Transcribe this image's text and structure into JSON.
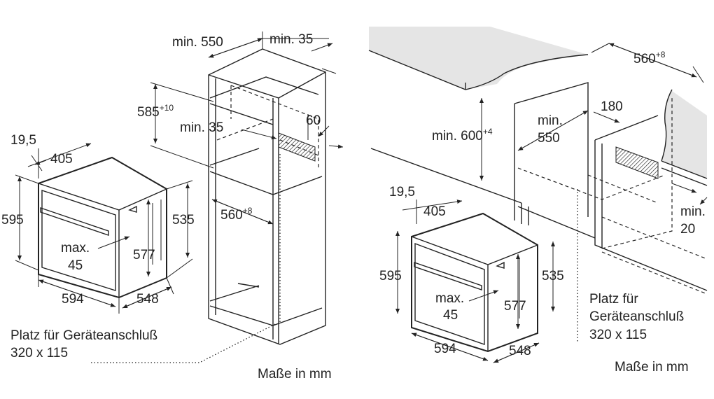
{
  "left": {
    "oven_depth_total": "19,5",
    "oven_depth": "405",
    "oven_height": "595",
    "oven_front_height": "577",
    "oven_inner_height": "535",
    "handle_max": "max.",
    "handle_value": "45",
    "oven_width": "594",
    "oven_side_depth": "548",
    "cabinet_depth_min": "min. 550",
    "cabinet_back_min": "min. 35",
    "niche_height": "585",
    "niche_height_tol": "+10",
    "vent_min": "min. 35",
    "vent_value": "60",
    "niche_width": "560",
    "niche_width_tol": "+8",
    "connection_line1": "Platz für Geräteanschluß",
    "connection_line2": "320 x 115",
    "units": "Maße in mm"
  },
  "right": {
    "oven_depth_total": "19,5",
    "oven_depth": "405",
    "oven_height": "595",
    "oven_front_height": "577",
    "oven_inner_height": "535",
    "handle_max": "max.",
    "handle_value": "45",
    "oven_width": "594",
    "oven_side_depth": "548",
    "worktop_height": "min. 600",
    "worktop_height_tol": "+4",
    "cabinet_depth_min": "min.",
    "cabinet_depth_value": "550",
    "niche_width": "560",
    "niche_width_tol": "+8",
    "cutout": "180",
    "rear_min": "min.",
    "rear_value": "20",
    "connection_line1": "Platz für",
    "connection_line2": "Geräteanschluß",
    "connection_line3": "320 x 115",
    "units": "Maße in mm"
  }
}
